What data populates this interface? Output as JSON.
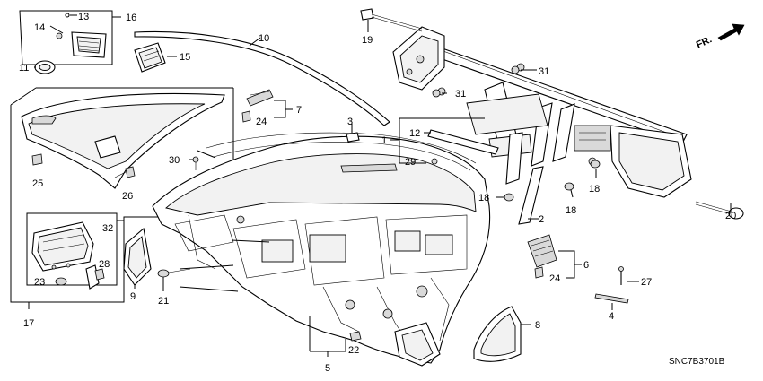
{
  "diagram_code": "SNC7B3701B",
  "direction_label": "FR.",
  "callouts": {
    "c1": "1",
    "c2": "2",
    "c3": "3",
    "c4": "4",
    "c5": "5",
    "c6": "6",
    "c7": "7",
    "c8": "8",
    "c9": "9",
    "c10": "10",
    "c11": "11",
    "c12": "12",
    "c13": "13",
    "c14": "14",
    "c15": "15",
    "c16": "16",
    "c17": "17",
    "c18a": "18",
    "c18b": "18",
    "c18c": "18",
    "c19": "19",
    "c20": "20",
    "c21": "21",
    "c22": "22",
    "c23": "23",
    "c24a": "24",
    "c24b": "24",
    "c25": "25",
    "c26": "26",
    "c27": "27",
    "c28": "28",
    "c29": "29",
    "c30": "30",
    "c31a": "31",
    "c31b": "31",
    "c32": "32"
  }
}
